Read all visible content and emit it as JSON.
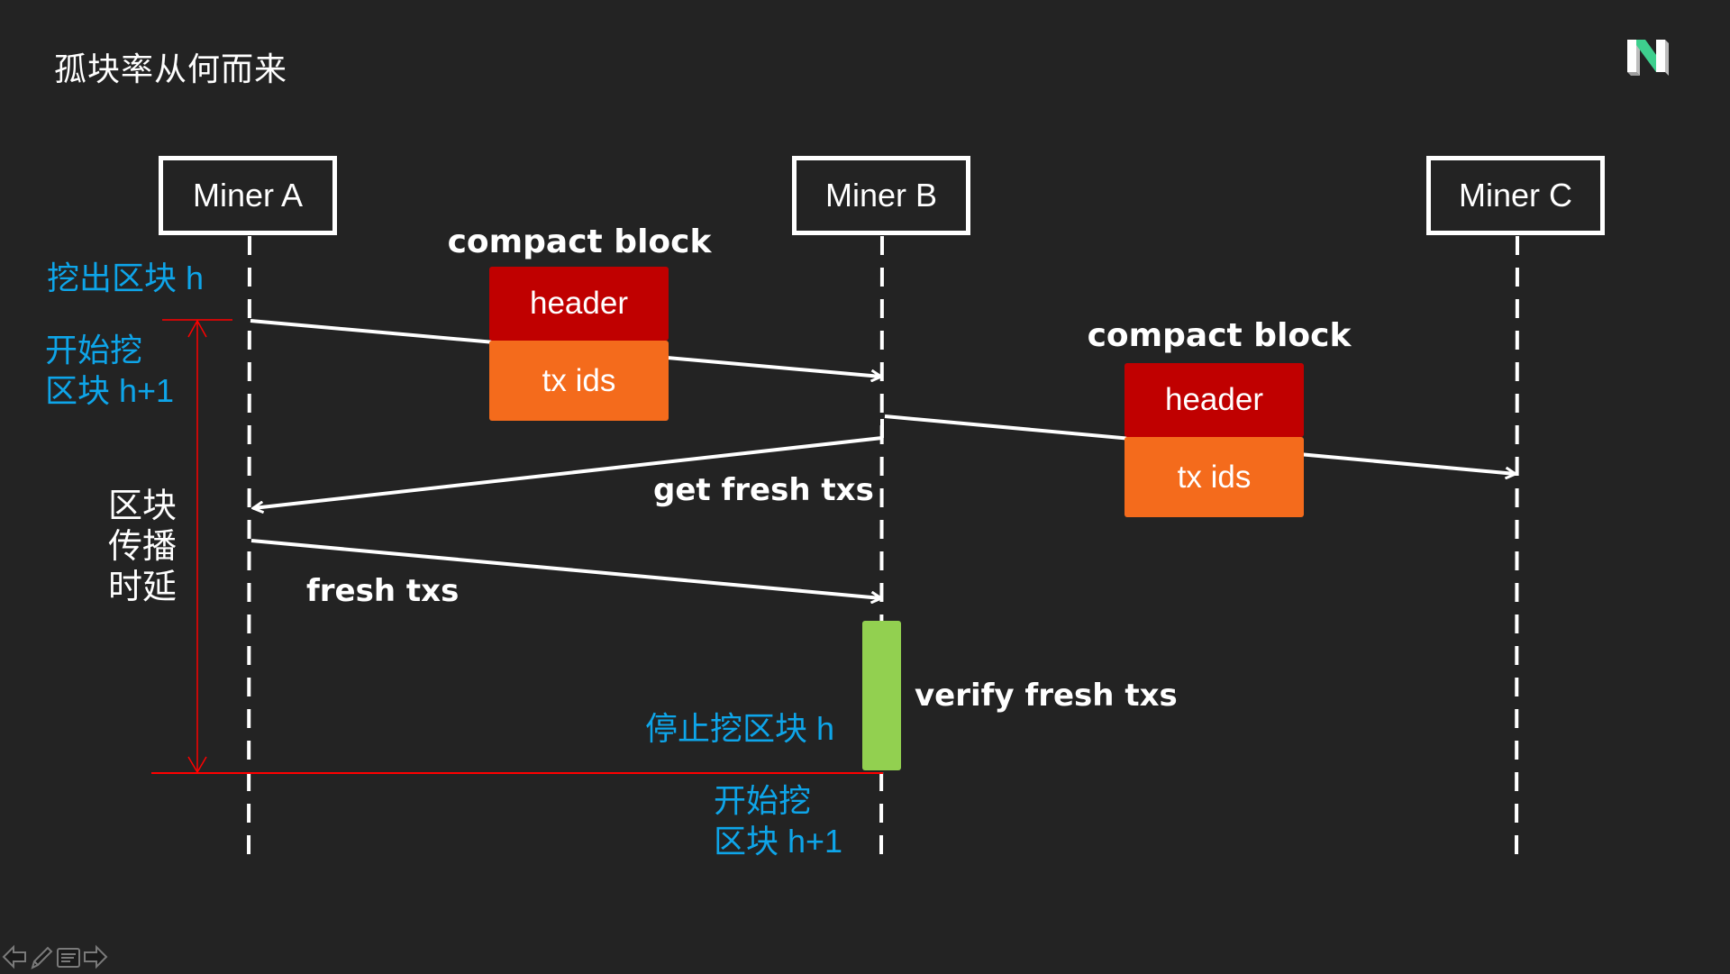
{
  "slide": {
    "title": "孤块率从何而来",
    "logo_icon": "n-logo-icon",
    "colors": {
      "background": "#232323",
      "header_block": "#c00000",
      "txids_block": "#f46b1c",
      "verify_bar": "#92d050",
      "annotation_blue": "#0ea5e9",
      "measure_red": "#ff0000",
      "logo_green": "#3ecf8e"
    }
  },
  "diagram": {
    "miners": [
      {
        "label": "Miner A"
      },
      {
        "label": "Miner B"
      },
      {
        "label": "Miner C"
      }
    ],
    "compact_blocks": [
      {
        "label": "compact block",
        "header": "header",
        "tx_ids": "tx ids"
      },
      {
        "label": "compact block",
        "header": "header",
        "tx_ids": "tx ids"
      }
    ],
    "messages": {
      "get_fresh_txs": "get fresh txs",
      "fresh_txs": "fresh txs",
      "verify_fresh_txs": "verify fresh txs"
    },
    "annotations": {
      "mined_block_h": "挖出区块 h",
      "start_mining_line1": "开始挖",
      "start_mining_line2": "区块 h+1",
      "propagation_delay_line1": "区块",
      "propagation_delay_line2": "传播",
      "propagation_delay_line3": "时延",
      "stop_mining_h": "停止挖区块 h",
      "b_start_mining_line1": "开始挖",
      "b_start_mining_line2": "区块 h+1"
    }
  },
  "nav": {
    "prev_icon": "arrow-left-icon",
    "pen_icon": "pencil-icon",
    "notes_icon": "notes-icon",
    "next_icon": "arrow-right-icon"
  }
}
